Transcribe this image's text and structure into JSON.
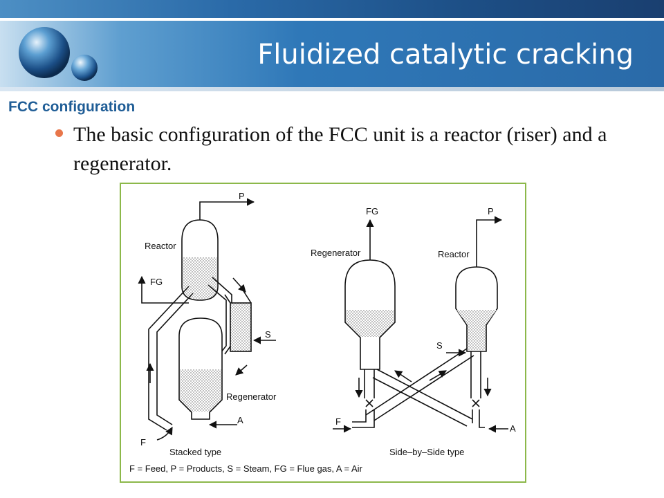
{
  "slide": {
    "title": "Fluidized catalytic cracking",
    "section": "FCC configuration",
    "bullet": "The basic configuration of the FCC unit is a reactor (riser) and a regenerator."
  },
  "figure": {
    "stacked": {
      "product_label": "P",
      "reactor_label": "Reactor",
      "fluegas_label": "FG",
      "steam_label": "S",
      "regenerator_label": "Regenerator",
      "air_label": "A",
      "feed_label": "F",
      "caption": "Stacked type"
    },
    "side_by_side": {
      "fluegas_label": "FG",
      "regenerator_label": "Regenerator",
      "product_label": "P",
      "reactor_label": "Reactor",
      "steam_label": "S",
      "feed_label": "F",
      "air_label": "A",
      "caption": "Side–by–Side type"
    },
    "legend": "F = Feed, P = Products, S = Steam, FG = Flue gas, A = Air"
  },
  "colors": {
    "accent_dark": "#1a3f70",
    "accent": "#2a6aa8",
    "section_text": "#1f5d96",
    "bullet": "#e8764a",
    "frame_border": "#8cb84a"
  },
  "icons": {
    "logo": "blue-spheres-logo",
    "bullet": "orange-dot"
  }
}
